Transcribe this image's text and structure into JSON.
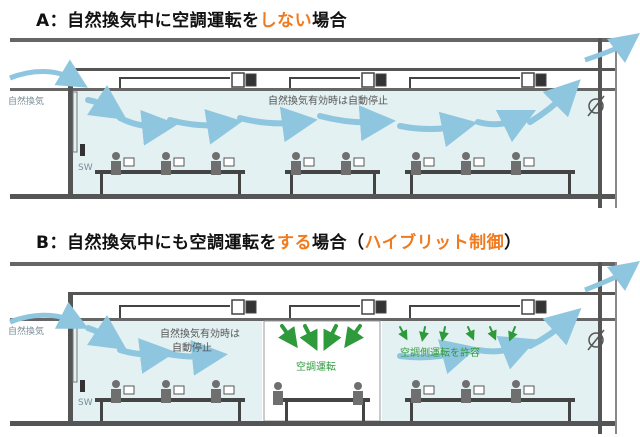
{
  "colors": {
    "accent": "#f07a1e",
    "room_tint": "#e3f1f2",
    "airflow_arrow": "#8fc6df",
    "ac_arrow": "#2e9a3b",
    "structure": "#555555",
    "text_label": "#7a8e96"
  },
  "section_a": {
    "title_prefix": "A：自然換気中に空調運転を",
    "title_highlight": "しない",
    "title_suffix": "場合",
    "inlet_label": "自然換気",
    "ceiling_note": "自然換気有効時は自動停止",
    "switch_label": "SW"
  },
  "section_b": {
    "title_prefix": "B：自然換気中にも空調運転を",
    "title_highlight": "する",
    "title_mid": "場合（",
    "title_highlight2": "ハイブリット制御",
    "title_suffix": "）",
    "inlet_label": "自然換気",
    "left_note_line1": "自然換気有効時は",
    "left_note_line2": "自動停止",
    "center_note": "空調運転",
    "right_note": "空調側運転を許容",
    "switch_label": "SW"
  }
}
